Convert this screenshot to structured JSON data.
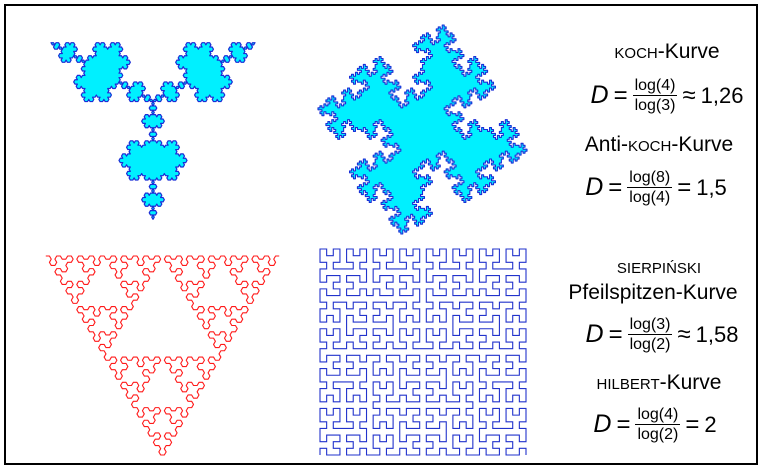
{
  "colors": {
    "koch_fill": "#00f0ff",
    "koch_stroke": "#1a2dd6",
    "sierpinski": "#ff1a1a",
    "hilbert": "#2233cc"
  },
  "koch": {
    "name_sc": "Koch",
    "name_rest": "-Kurve",
    "var": "D",
    "num": "log(4)",
    "den": "log(3)",
    "op": "≈",
    "result": "1,26"
  },
  "anti_koch": {
    "prefix": "Anti-",
    "name_sc": "Koch",
    "name_rest": "-Kurve",
    "var": "D",
    "num": "log(8)",
    "den": "log(4)",
    "op": "=",
    "result": "1,5"
  },
  "sierpinski": {
    "name_sc": "Sierpiński",
    "line2": "Pfeilspitzen-Kurve",
    "var": "D",
    "num": "log(3)",
    "den": "log(2)",
    "op": "≈",
    "result": "1,58"
  },
  "hilbert": {
    "name_sc": "Hilbert",
    "name_rest": "-Kurve",
    "var": "D",
    "num": "log(4)",
    "den": "log(2)",
    "op": "=",
    "result": "2"
  }
}
